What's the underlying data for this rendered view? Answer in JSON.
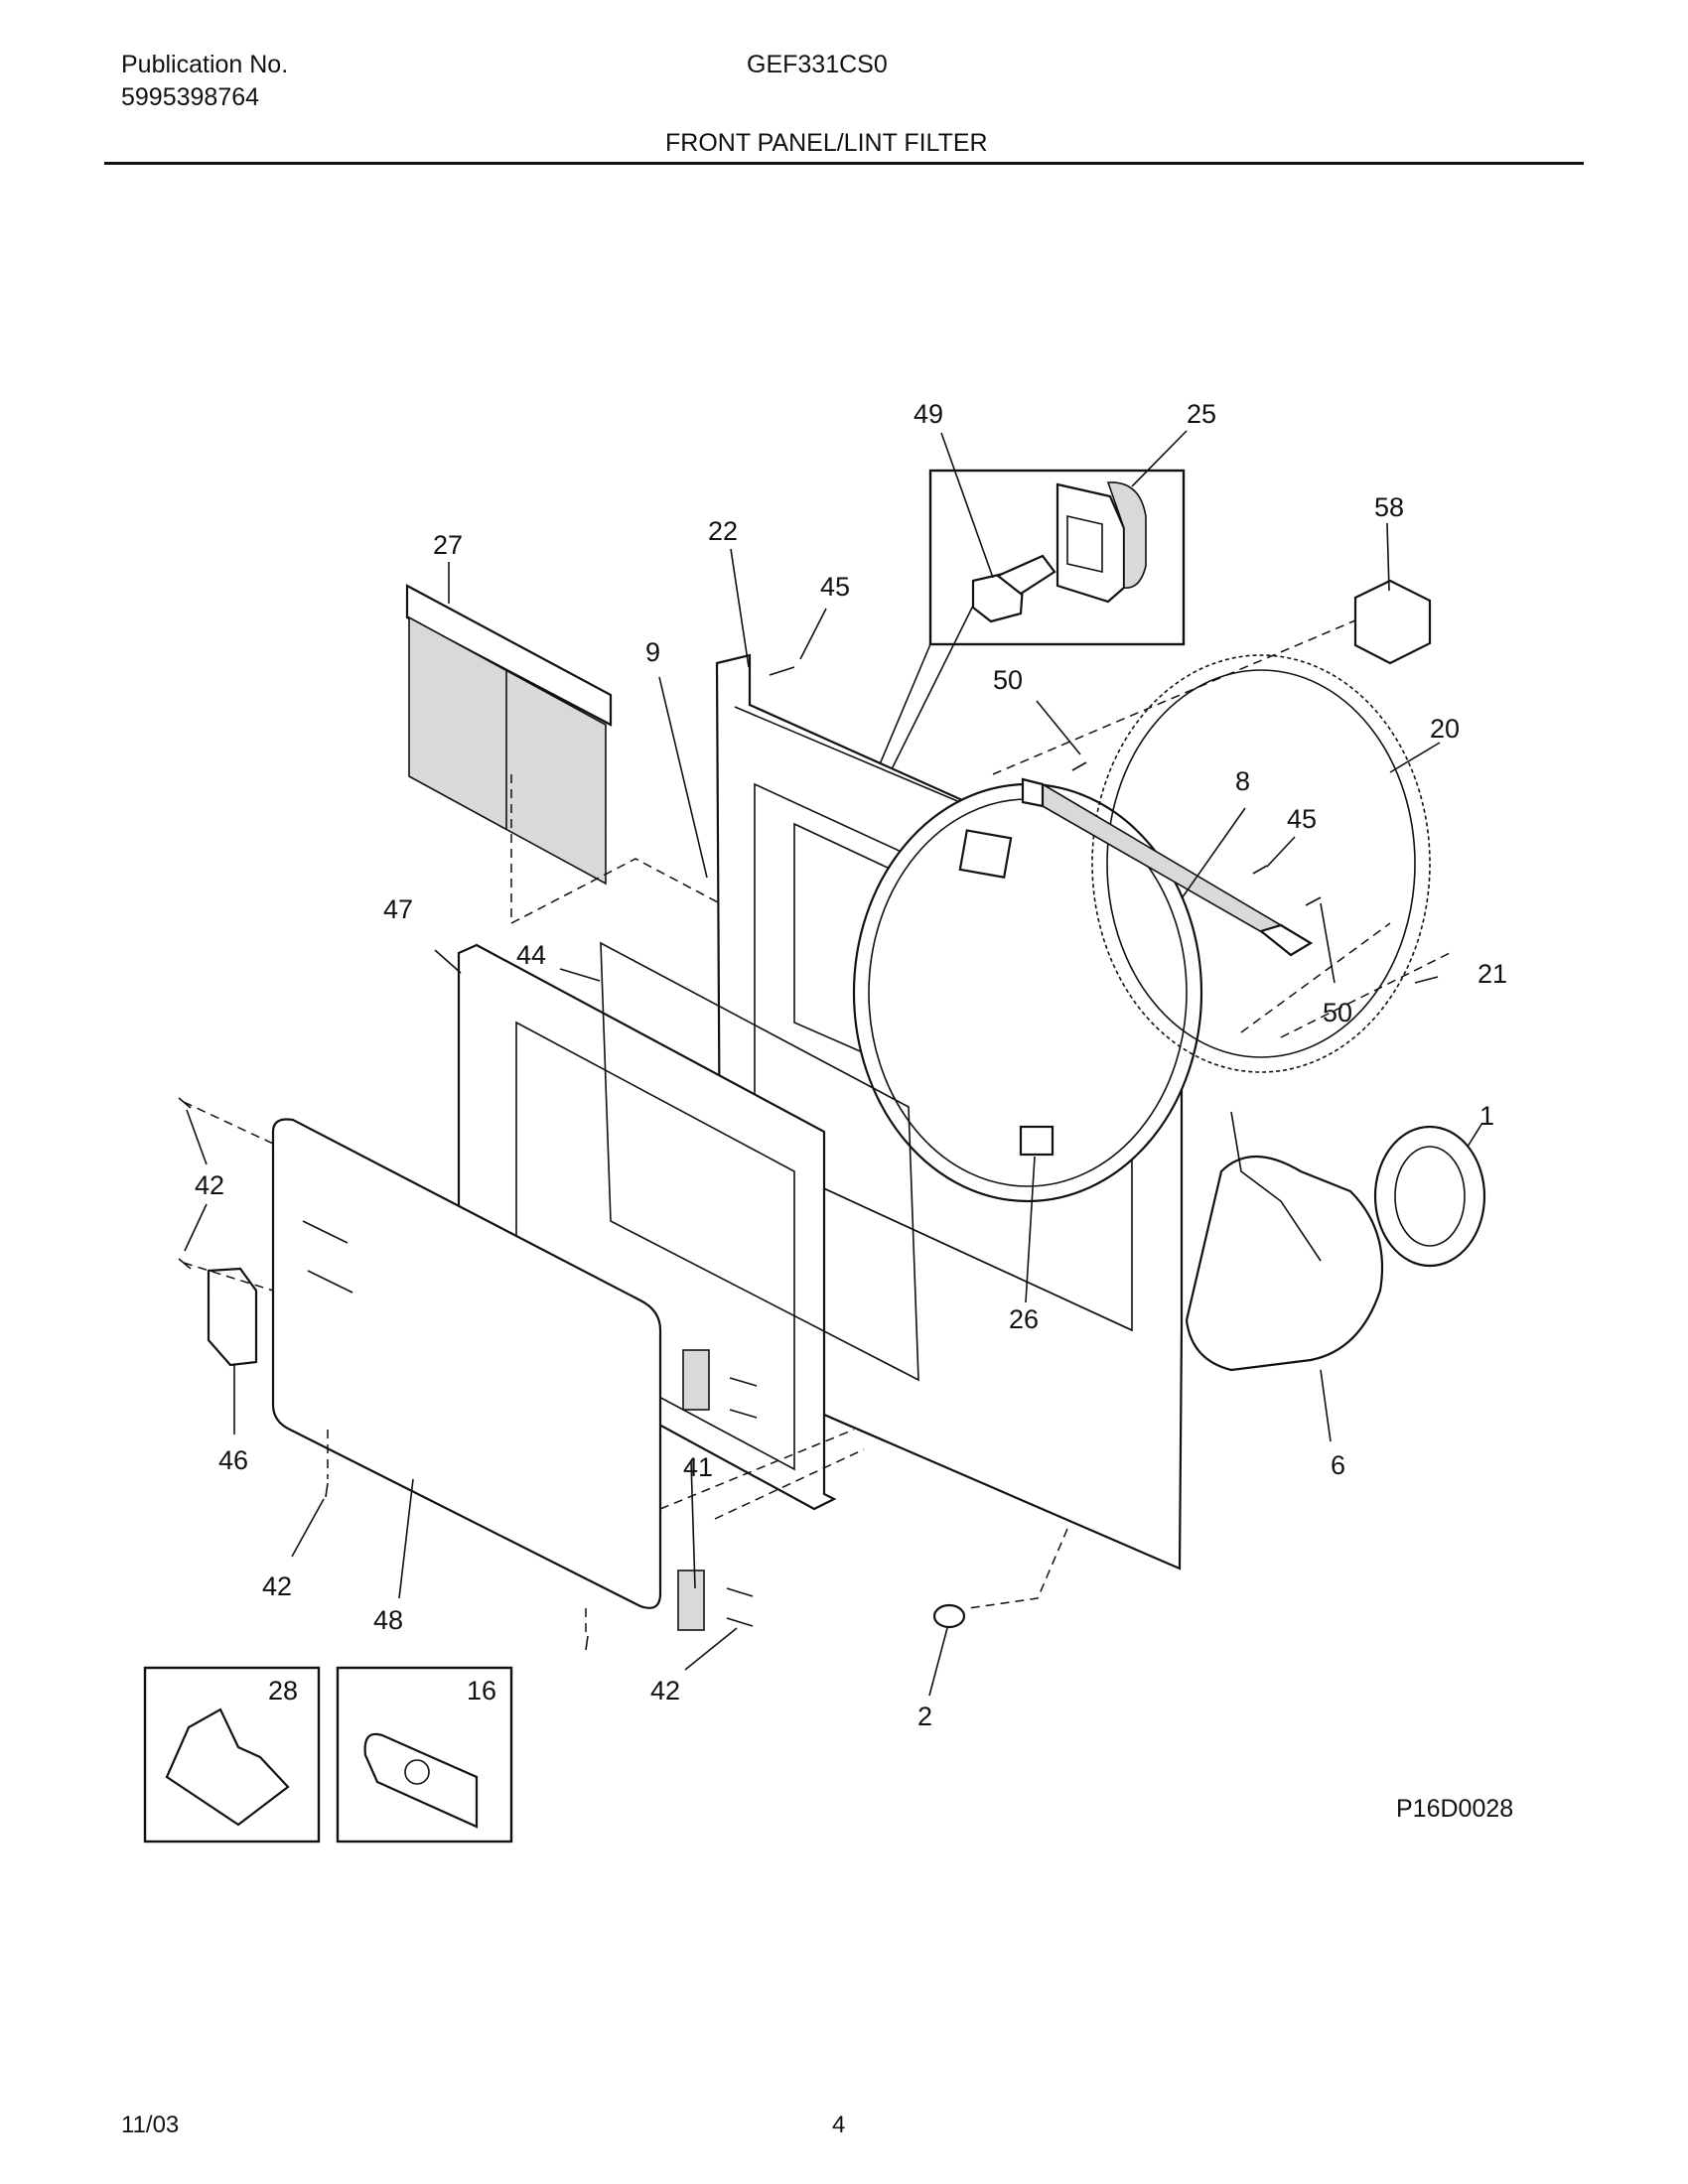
{
  "header": {
    "publication_label": "Publication No.",
    "publication_number": "5995398764",
    "model": "GEF331CS0",
    "section_title": "FRONT PANEL/LINT FILTER"
  },
  "diagram_code": "P16D0028",
  "footer": {
    "date": "11/03",
    "page": "4"
  },
  "callouts": {
    "c49": "49",
    "c25": "25",
    "c58": "58",
    "c27": "27",
    "c22": "22",
    "c45a": "45",
    "c9": "9",
    "c50a": "50",
    "c20": "20",
    "c8": "8",
    "c45b": "45",
    "c47": "47",
    "c44": "44",
    "c50b": "50",
    "c21": "21",
    "c1": "1",
    "c42a": "42",
    "c26": "26",
    "c46": "46",
    "c41": "41",
    "c6": "6",
    "c42b": "42",
    "c48": "48",
    "c42c": "42",
    "c2": "2",
    "c28": "28",
    "c16": "16"
  }
}
